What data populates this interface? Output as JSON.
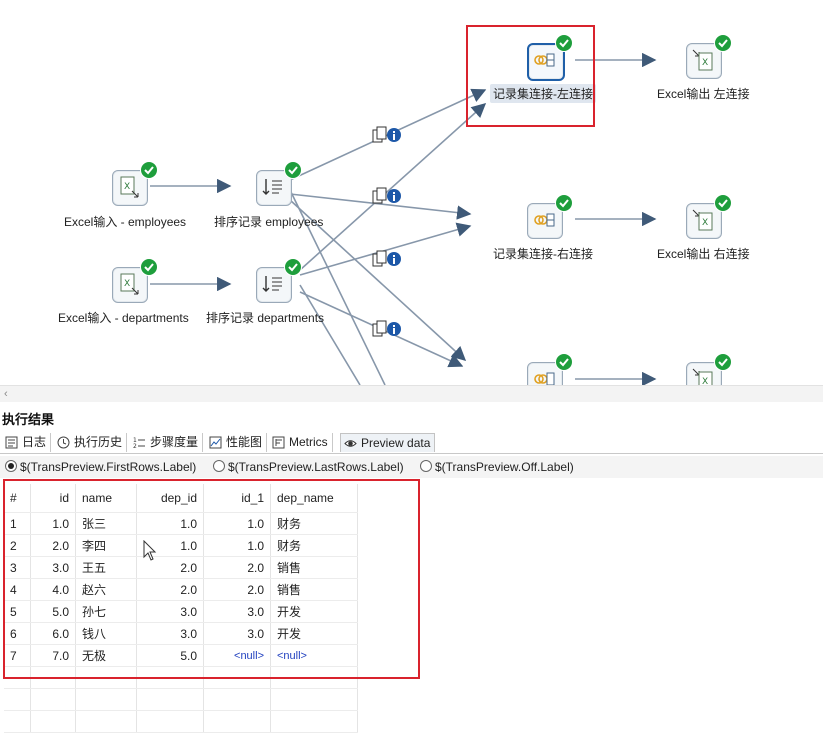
{
  "canvas": {
    "steps": [
      {
        "id": "excel-in-emp",
        "label": "Excel输入 - employees",
        "kind": "excel-input"
      },
      {
        "id": "excel-in-dep",
        "label": "Excel输入 - departments",
        "kind": "excel-input"
      },
      {
        "id": "sort-emp",
        "label": "排序记录 employees",
        "kind": "sort"
      },
      {
        "id": "sort-dep",
        "label": "排序记录  departments",
        "kind": "sort"
      },
      {
        "id": "join-left",
        "label": "记录集连接-左连接",
        "kind": "join"
      },
      {
        "id": "join-right",
        "label": "记录集连接-右连接",
        "kind": "join"
      },
      {
        "id": "join-full",
        "label": "",
        "kind": "join"
      },
      {
        "id": "excel-out-left",
        "label": "Excel输出 左连接",
        "kind": "excel-output"
      },
      {
        "id": "excel-out-right",
        "label": "Excel输出 右连接",
        "kind": "excel-output"
      },
      {
        "id": "excel-out-full",
        "label": "",
        "kind": "excel-output"
      }
    ],
    "status_icon": "check-circle-icon",
    "hop_icon": "copy-info-icon"
  },
  "panel": {
    "title": "执行结果",
    "tabs": [
      {
        "label": "日志",
        "icon": "log-icon"
      },
      {
        "label": "执行历史",
        "icon": "history-icon"
      },
      {
        "label": "步骤度量",
        "icon": "step-metrics-icon"
      },
      {
        "label": "性能图",
        "icon": "perf-graph-icon"
      },
      {
        "label": "Metrics",
        "icon": "metrics-icon"
      },
      {
        "label": "Preview data",
        "icon": "eye-icon",
        "active": true
      }
    ],
    "radios": [
      {
        "label": "$(TransPreview.FirstRows.Label)",
        "checked": true
      },
      {
        "label": "$(TransPreview.LastRows.Label)",
        "checked": false
      },
      {
        "label": "$(TransPreview.Off.Label)",
        "checked": false
      }
    ]
  },
  "table": {
    "columns": [
      "#",
      "id",
      "name",
      "dep_id",
      "id_1",
      "dep_name"
    ],
    "rows": [
      [
        "1",
        "1.0",
        "张三",
        "1.0",
        "1.0",
        "财务"
      ],
      [
        "2",
        "2.0",
        "李四",
        "1.0",
        "1.0",
        "财务"
      ],
      [
        "3",
        "3.0",
        "王五",
        "2.0",
        "2.0",
        "销售"
      ],
      [
        "4",
        "4.0",
        "赵六",
        "2.0",
        "2.0",
        "销售"
      ],
      [
        "5",
        "5.0",
        "孙七",
        "3.0",
        "3.0",
        "开发"
      ],
      [
        "6",
        "6.0",
        "钱八",
        "3.0",
        "3.0",
        "开发"
      ],
      [
        "7",
        "7.0",
        "无极",
        "5.0",
        "<null>",
        "<null>"
      ]
    ],
    "null_color": "#1f3fbf"
  },
  "colors": {
    "highlight_border": "#d9232d",
    "ok_green": "#1e9e3c",
    "hop": "#6b7d92",
    "selected": "#1f5fa8"
  }
}
